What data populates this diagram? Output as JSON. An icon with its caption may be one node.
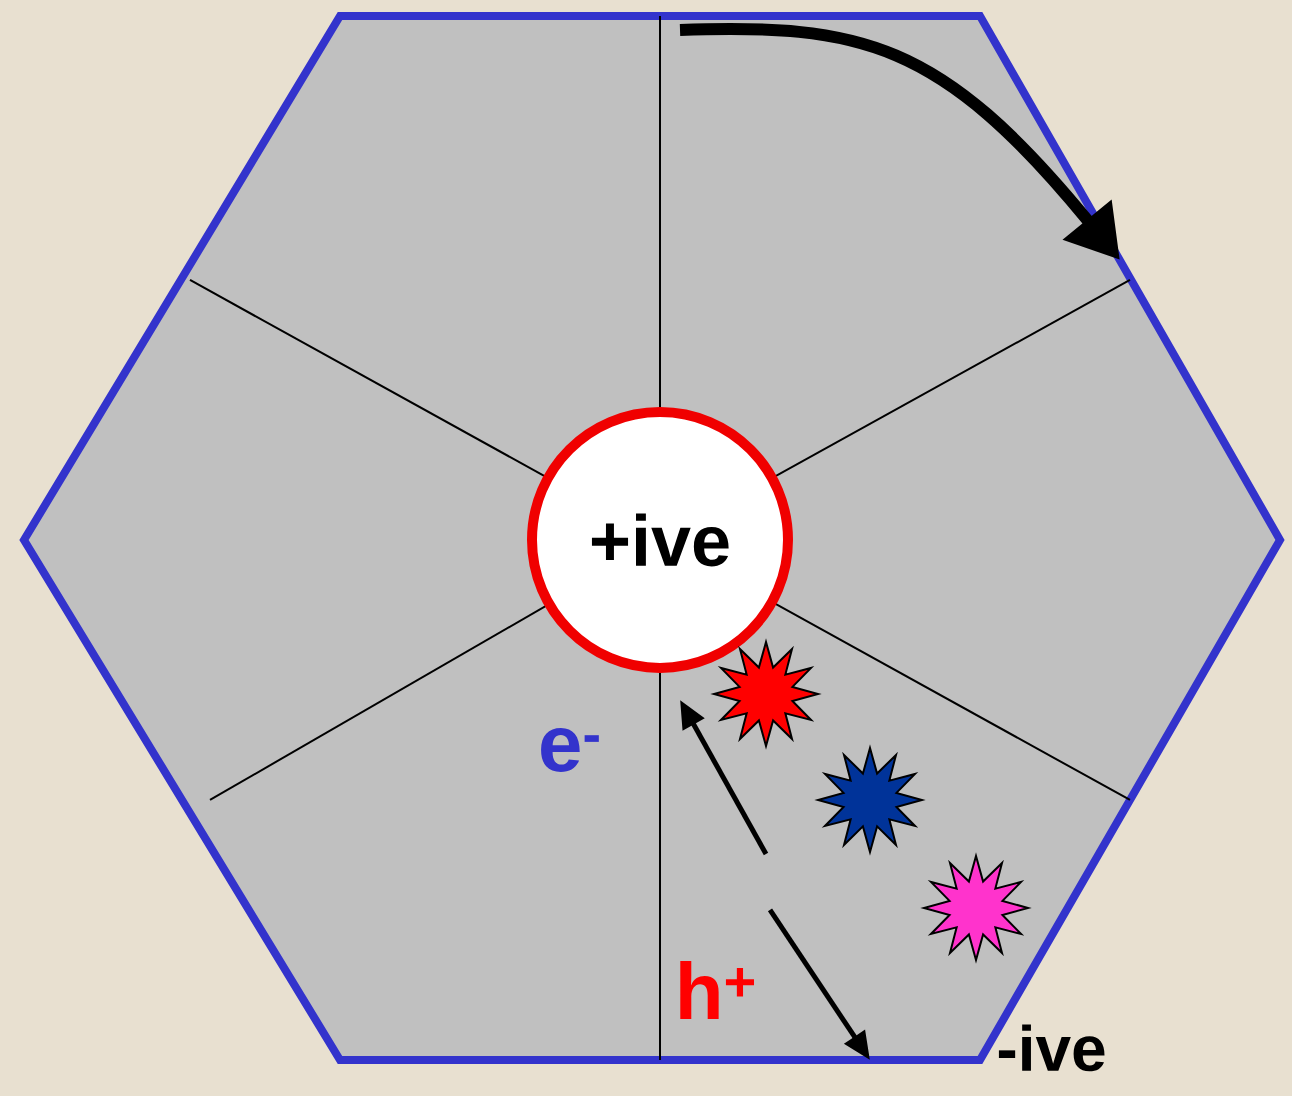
{
  "diagram": {
    "nodes": [
      {
        "text": [
          "-ive"
        ]
      },
      {
        "text": [
          "+ive"
        ],
        "in": 0
      }
    ],
    "labels": [
      "e$^{-}$",
      "h$^{+}$"
    ]
  }
}
